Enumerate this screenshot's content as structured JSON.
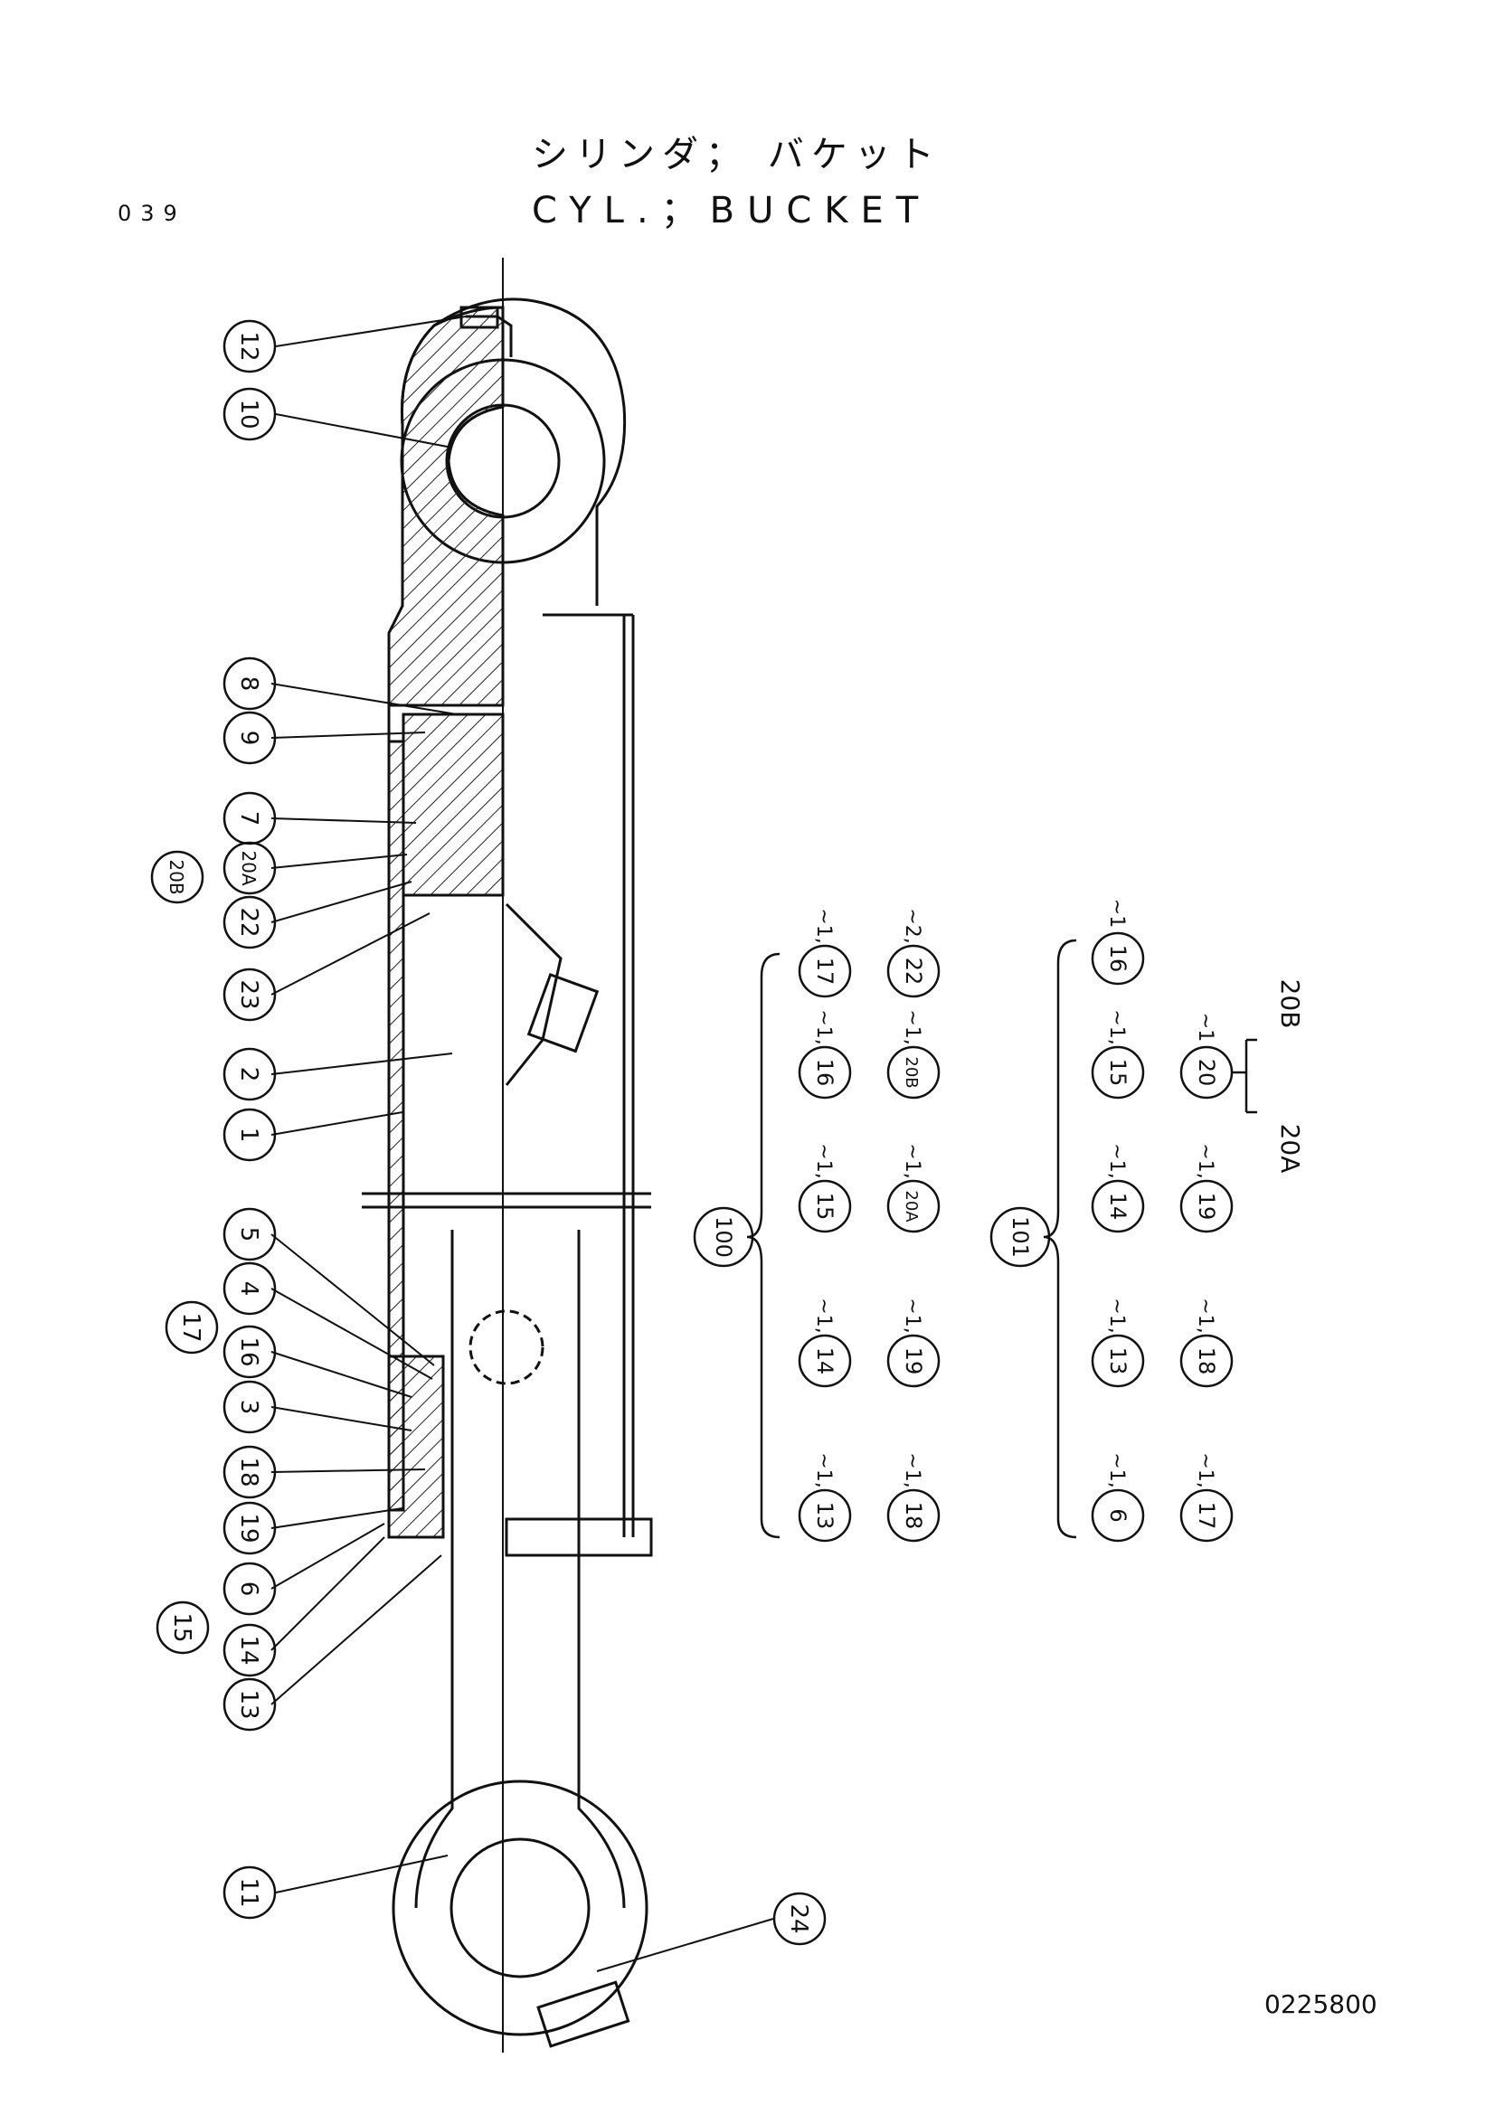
{
  "header": {
    "page_number": "039",
    "title_jp": "シリンダ； バケット",
    "title_en": "CYL.；BUCKET"
  },
  "footer": {
    "doc_number": "0225800"
  },
  "callouts": {
    "p1": "1",
    "p2": "2",
    "p3": "3",
    "p4": "4",
    "p5": "5",
    "p6": "6",
    "p7": "7",
    "p8": "8",
    "p9": "9",
    "p10": "10",
    "p11": "11",
    "p12": "12",
    "p13": "13",
    "p14": "14",
    "p15": "15",
    "p16": "16",
    "p17": "17",
    "p18": "18",
    "p19": "19",
    "p20A": "20A",
    "p20B": "20B",
    "p22": "22",
    "p23": "23",
    "p24": "24"
  },
  "kits": {
    "k100": {
      "id": "100",
      "items": [
        {
          "no": "13",
          "qty": "~1,"
        },
        {
          "no": "14",
          "qty": "~1,"
        },
        {
          "no": "15",
          "qty": "~1,"
        },
        {
          "no": "16",
          "qty": "~1,"
        },
        {
          "no": "17",
          "qty": "~1,"
        },
        {
          "no": "18",
          "qty": "~1,"
        },
        {
          "no": "19",
          "qty": "~1,"
        },
        {
          "no": "20A",
          "qty": "~1,"
        },
        {
          "no": "20B",
          "qty": "~1,"
        },
        {
          "no": "22",
          "qty": "~2,"
        }
      ]
    },
    "k101": {
      "id": "101",
      "items": [
        {
          "no": "6",
          "qty": "~1,"
        },
        {
          "no": "13",
          "qty": "~1,"
        },
        {
          "no": "14",
          "qty": "~1,"
        },
        {
          "no": "15",
          "qty": "~1,"
        },
        {
          "no": "16",
          "qty": "~1"
        },
        {
          "no": "17",
          "qty": "~1,"
        },
        {
          "no": "18",
          "qty": "~1,"
        },
        {
          "no": "19",
          "qty": "~1,"
        },
        {
          "no": "20",
          "qty": "~1"
        }
      ],
      "sub_20": [
        "20A",
        "20B"
      ]
    }
  }
}
